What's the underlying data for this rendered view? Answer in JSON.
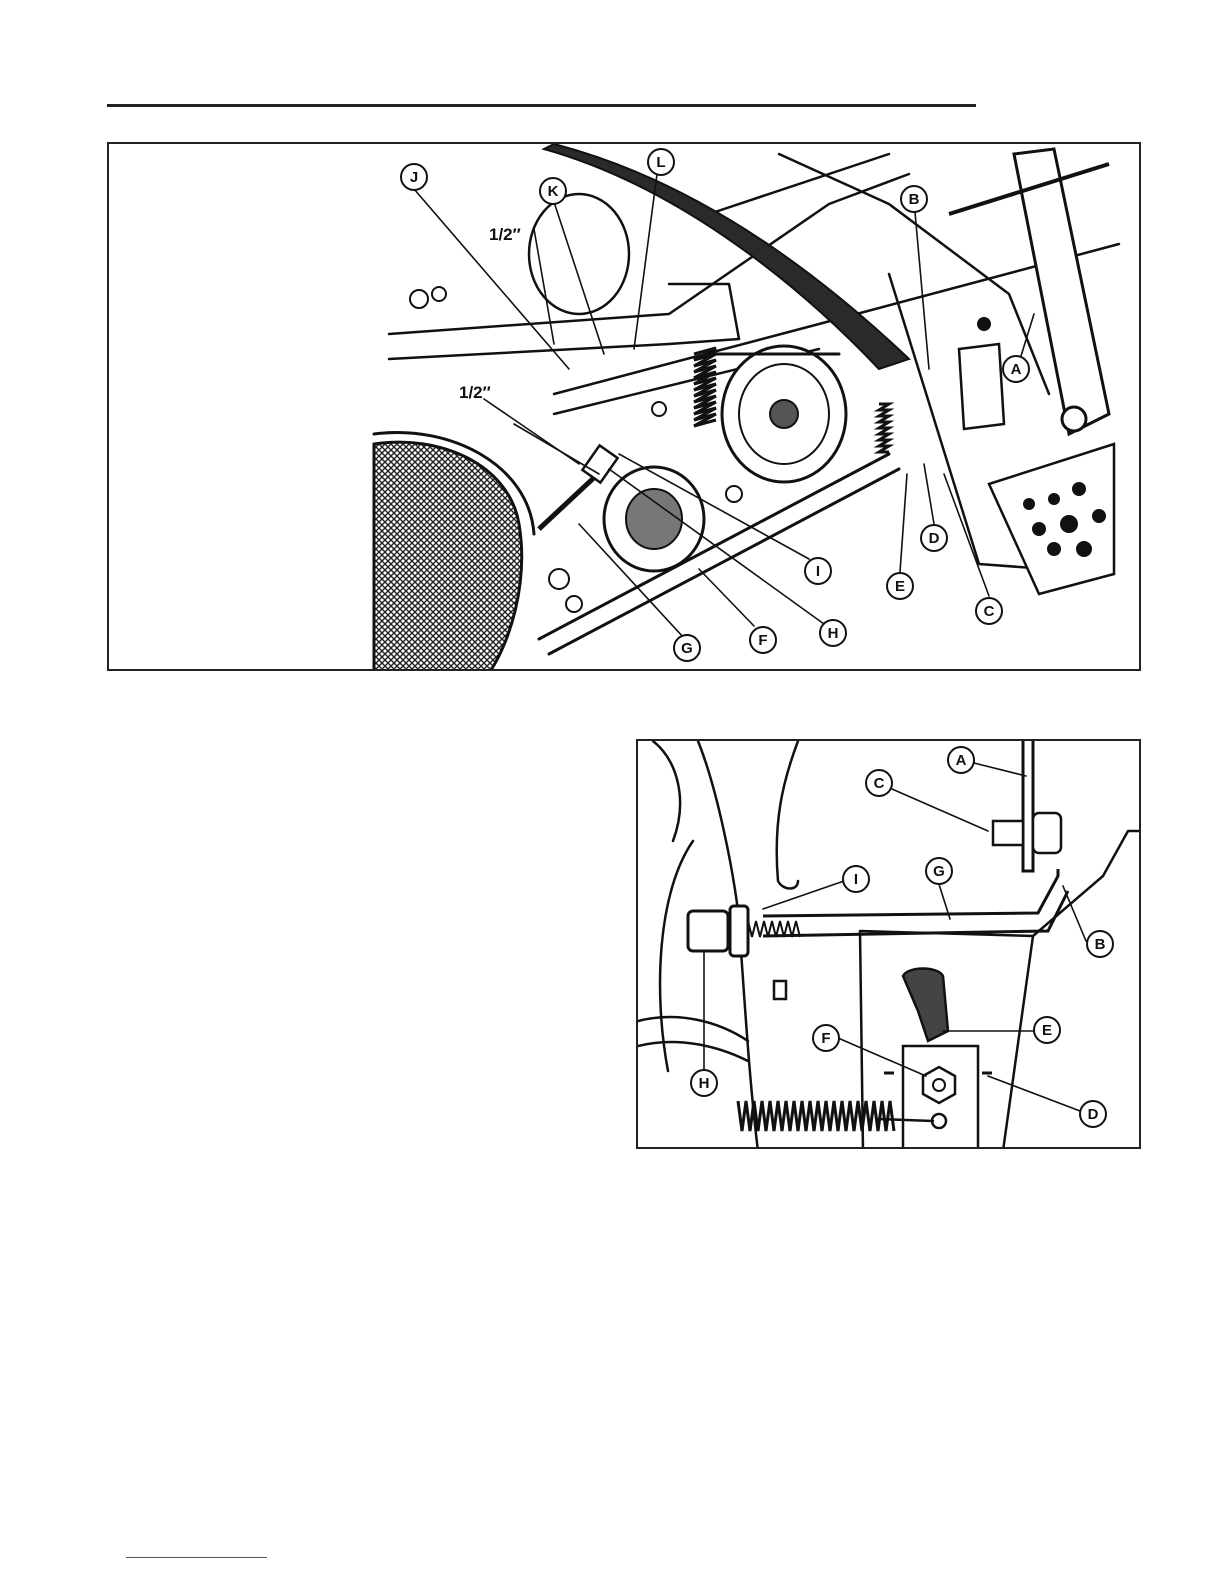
{
  "figure1": {
    "callouts": [
      "J",
      "K",
      "L",
      "B",
      "A",
      "D",
      "E",
      "C",
      "I",
      "H",
      "F",
      "G"
    ],
    "dimension_labels": [
      "1/2″",
      "1/2″"
    ]
  },
  "figure2": {
    "callouts": [
      "A",
      "C",
      "I",
      "G",
      "B",
      "E",
      "F",
      "D",
      "H"
    ]
  }
}
